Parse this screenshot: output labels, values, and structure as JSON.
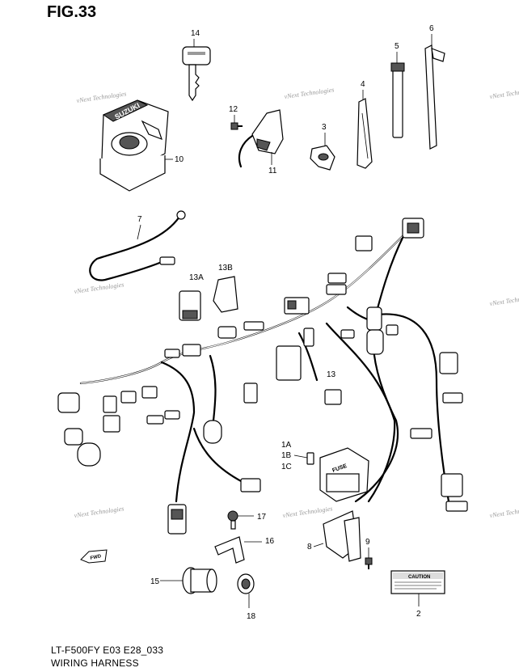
{
  "figure": {
    "title": "FIG.33",
    "model_code": "LT-F500FY E03 E28_033",
    "name": "WIRING HARNESS"
  },
  "callouts": [
    "14",
    "12",
    "5",
    "6",
    "4",
    "3",
    "11",
    "10",
    "7",
    "13A",
    "13B",
    "13",
    "1A",
    "1B",
    "1C",
    "17",
    "16",
    "15",
    "18",
    "8",
    "9",
    "2"
  ],
  "labels": {
    "ignition_key_brand": "SUZUKI",
    "caution_label": "CAUTION",
    "fuse_box": "FUSE",
    "fwd_arrow": "FWD"
  },
  "watermarks": [
    "vNext Technologies",
    "vNext Technologies",
    "vNext Technologies",
    "vNext Technologies",
    "vNext Technologies",
    "vNext Technologies",
    "vNext Technologies",
    "vNext Technologies"
  ],
  "icons": {
    "forward_arrow": "fwd-arrow-icon"
  }
}
